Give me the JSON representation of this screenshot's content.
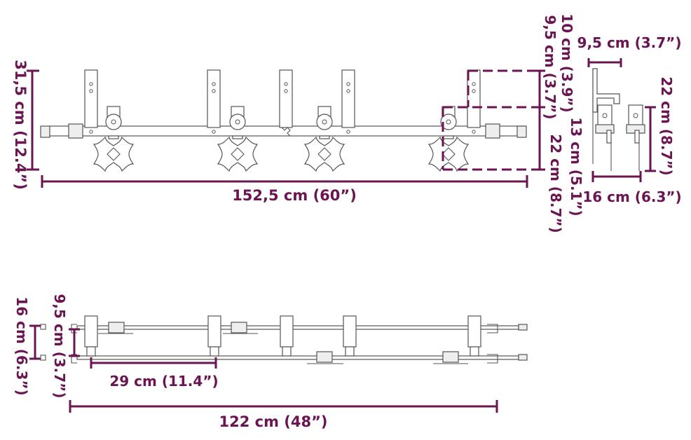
{
  "colors": {
    "dimension": "#6b1452",
    "line_art": "#555555"
  },
  "dimensions": {
    "overall_height": "31,5 cm (12.4”)",
    "overall_length": "152,5 cm (60”)",
    "hanger_height": "10 cm (3.9”)",
    "hanger_width": "9,5 cm (3.7”)",
    "hanger_offset": "9,5 cm (3.7”)",
    "wheel_drop": "13 cm (5.1”)",
    "wheel_height": "22 cm (8.7”)",
    "side_height": "22 cm (8.7”)",
    "side_width": "16 cm (6.3”)",
    "top_depth": "16 cm (6.3”)",
    "top_offset": "9,5 cm (3.7”)",
    "bracket_spacing": "29 cm (11.4”)",
    "rail_length": "122 cm (48”)"
  }
}
